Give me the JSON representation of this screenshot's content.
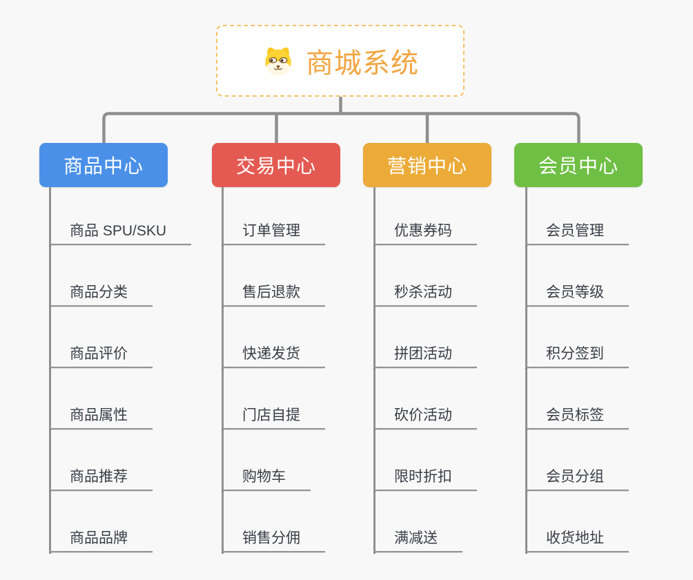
{
  "root": {
    "title": "商城系统",
    "icon": "dog-face-icon",
    "text_color": "#f2a541",
    "border_color": "#f6c26a"
  },
  "colors": {
    "background": "#f8f8f8",
    "connector": "#8f8f8f",
    "item_text": "#383e46",
    "underline": "#949494"
  },
  "branches": [
    {
      "label": "商品中心",
      "color": "#4a90e8",
      "items": [
        "商品 SPU/SKU",
        "商品分类",
        "商品评价",
        "商品属性",
        "商品推荐",
        "商品品牌"
      ]
    },
    {
      "label": "交易中心",
      "color": "#e45a52",
      "items": [
        "订单管理",
        "售后退款",
        "快递发货",
        "门店自提",
        "购物车",
        "销售分佣"
      ]
    },
    {
      "label": "营销中心",
      "color": "#ecab38",
      "items": [
        "优惠券码",
        "秒杀活动",
        "拼团活动",
        "砍价活动",
        "限时折扣",
        "满减送"
      ]
    },
    {
      "label": "会员中心",
      "color": "#6fbf44",
      "items": [
        "会员管理",
        "会员等级",
        "积分签到",
        "会员标签",
        "会员分组",
        "收货地址"
      ]
    }
  ]
}
